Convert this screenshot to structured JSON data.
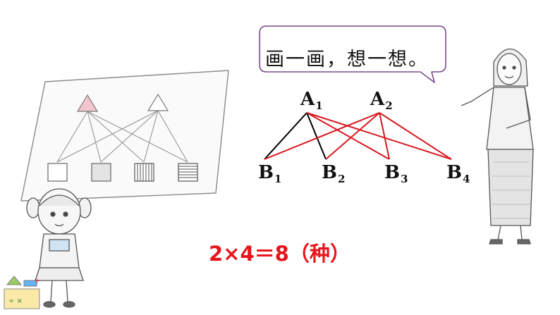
{
  "speech_bubble": {
    "text": "画一画，想一想。"
  },
  "top_nodes": [
    {
      "letter": "A",
      "index": "1"
    },
    {
      "letter": "A",
      "index": "2"
    }
  ],
  "bottom_nodes": [
    {
      "letter": "B",
      "index": "1"
    },
    {
      "letter": "B",
      "index": "2"
    },
    {
      "letter": "B",
      "index": "3"
    },
    {
      "letter": "B",
      "index": "4"
    }
  ],
  "connections": [
    {
      "from": 0,
      "to": 0,
      "color": "#000000"
    },
    {
      "from": 0,
      "to": 1,
      "color": "#000000"
    },
    {
      "from": 0,
      "to": 2,
      "color": "#d71920"
    },
    {
      "from": 0,
      "to": 3,
      "color": "#d71920"
    },
    {
      "from": 1,
      "to": 0,
      "color": "#d71920"
    },
    {
      "from": 1,
      "to": 1,
      "color": "#d71920"
    },
    {
      "from": 1,
      "to": 2,
      "color": "#d71920"
    },
    {
      "from": 1,
      "to": 3,
      "color": "#d71920"
    }
  ],
  "equation": "2×4＝8（种）",
  "colors": {
    "accent_red": "#e8141b",
    "line_red": "#d71920",
    "line_black": "#000000"
  }
}
